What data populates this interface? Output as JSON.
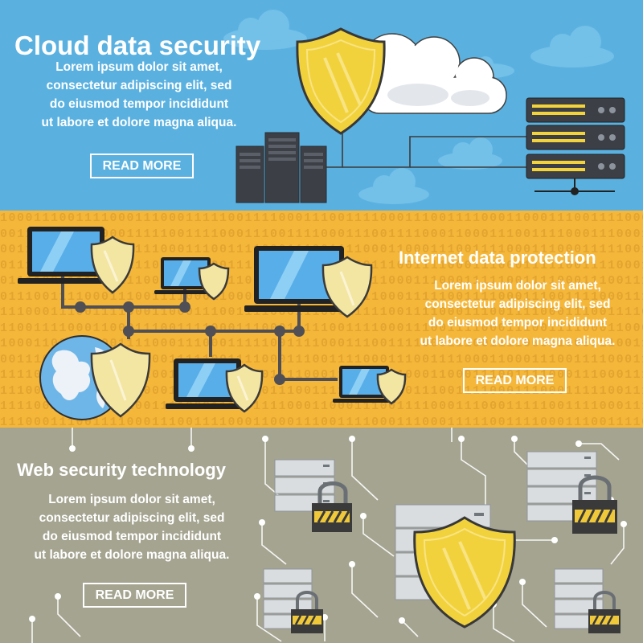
{
  "banners": [
    {
      "title": "Cloud data security",
      "lines": [
        "Lorem ipsum dolor sit amet,",
        "consectetur adipiscing elit, sed",
        "do eiusmod tempor incididunt",
        "ut labore et dolore magna aliqua."
      ],
      "button": "READ MORE"
    },
    {
      "title": "Internet data protection",
      "lines": [
        "Lorem ipsum dolor sit amet,",
        "consectetur adipiscing elit, sed",
        "do eiusmod tempor incididunt",
        "ut labore et dolore magna aliqua."
      ],
      "button": "READ MORE"
    },
    {
      "title": "Web security technology",
      "lines": [
        "Lorem ipsum dolor sit amet,",
        "consectetur adipiscing elit, sed",
        "do eiusmod tempor incididunt",
        "ut labore et dolore magna aliqua."
      ],
      "button": "READ MORE"
    }
  ],
  "binary_pattern": "1000111001111000111000111110011110001110011110001110011110001",
  "colors": {
    "sky_blue": "#5ab1e0",
    "orange": "#f5b73a",
    "olive_grey": "#a5a491",
    "shield_yellow": "#f2d23c",
    "shield_outline": "#3a3a3a",
    "server_dark": "#3c3f46",
    "led_yellow": "#f3d33c",
    "screen_blue": "#58aee8",
    "server_light": "#d9dde0"
  },
  "icons": [
    "shield-icon",
    "cloud-icon",
    "server-rack-icon",
    "tower-server-icon",
    "laptop-icon",
    "globe-icon",
    "padlock-icon",
    "circuit-lines"
  ]
}
